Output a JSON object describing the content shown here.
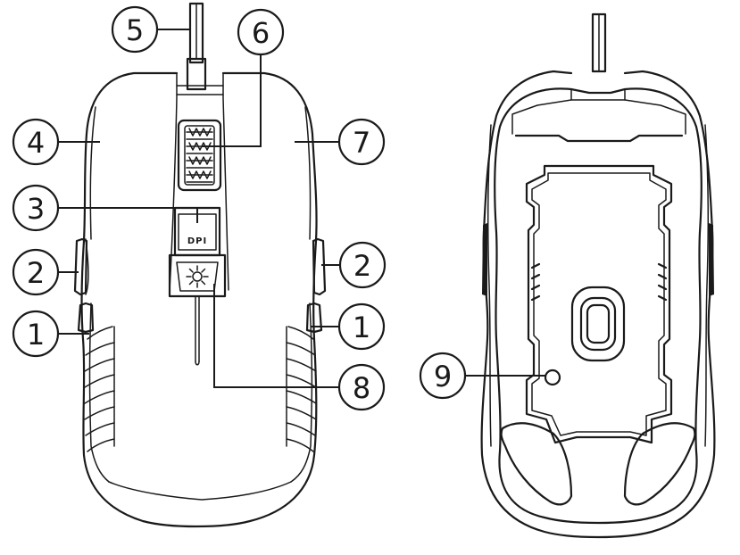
{
  "diagram": {
    "top_view": {
      "buttons": {
        "dpi_label": "DPI"
      }
    },
    "callouts": [
      {
        "id": "c5",
        "label": "5"
      },
      {
        "id": "c6",
        "label": "6"
      },
      {
        "id": "c4",
        "label": "4"
      },
      {
        "id": "c7",
        "label": "7"
      },
      {
        "id": "c3",
        "label": "3"
      },
      {
        "id": "c2-left",
        "label": "2"
      },
      {
        "id": "c2-right",
        "label": "2"
      },
      {
        "id": "c1-left",
        "label": "1"
      },
      {
        "id": "c1-right",
        "label": "1"
      },
      {
        "id": "c8",
        "label": "8"
      },
      {
        "id": "c9",
        "label": "9"
      }
    ],
    "colors": {
      "line": "#1a1a1a",
      "background": "#ffffff"
    }
  }
}
